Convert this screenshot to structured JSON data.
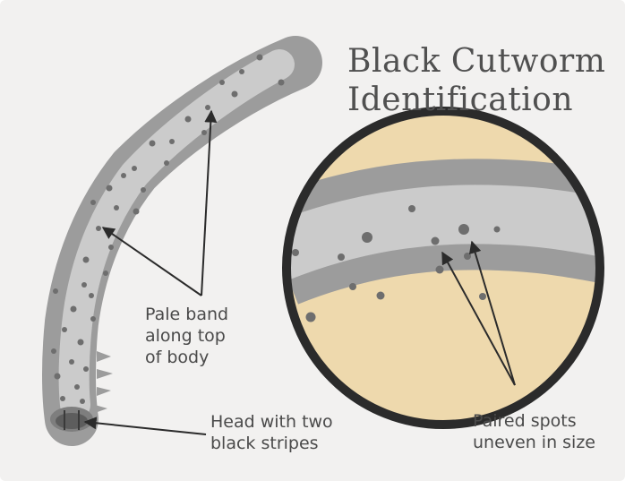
{
  "title": {
    "line1": "Black Cutworm",
    "line2": "Identification"
  },
  "labels": {
    "pale_band": [
      "Pale band",
      "along top",
      "of body"
    ],
    "head": [
      "Head with two",
      "black stripes"
    ],
    "paired_spots": [
      "Paired spots",
      "uneven in size"
    ]
  },
  "colors": {
    "background": "#f2f1f0",
    "body_dark": "#9c9c9c",
    "body_pale": "#cbcbcb",
    "spot": "#6e6e6e",
    "soil": "#eed9ad",
    "outline": "#2b2b2b",
    "text": "#4a4a4a"
  }
}
